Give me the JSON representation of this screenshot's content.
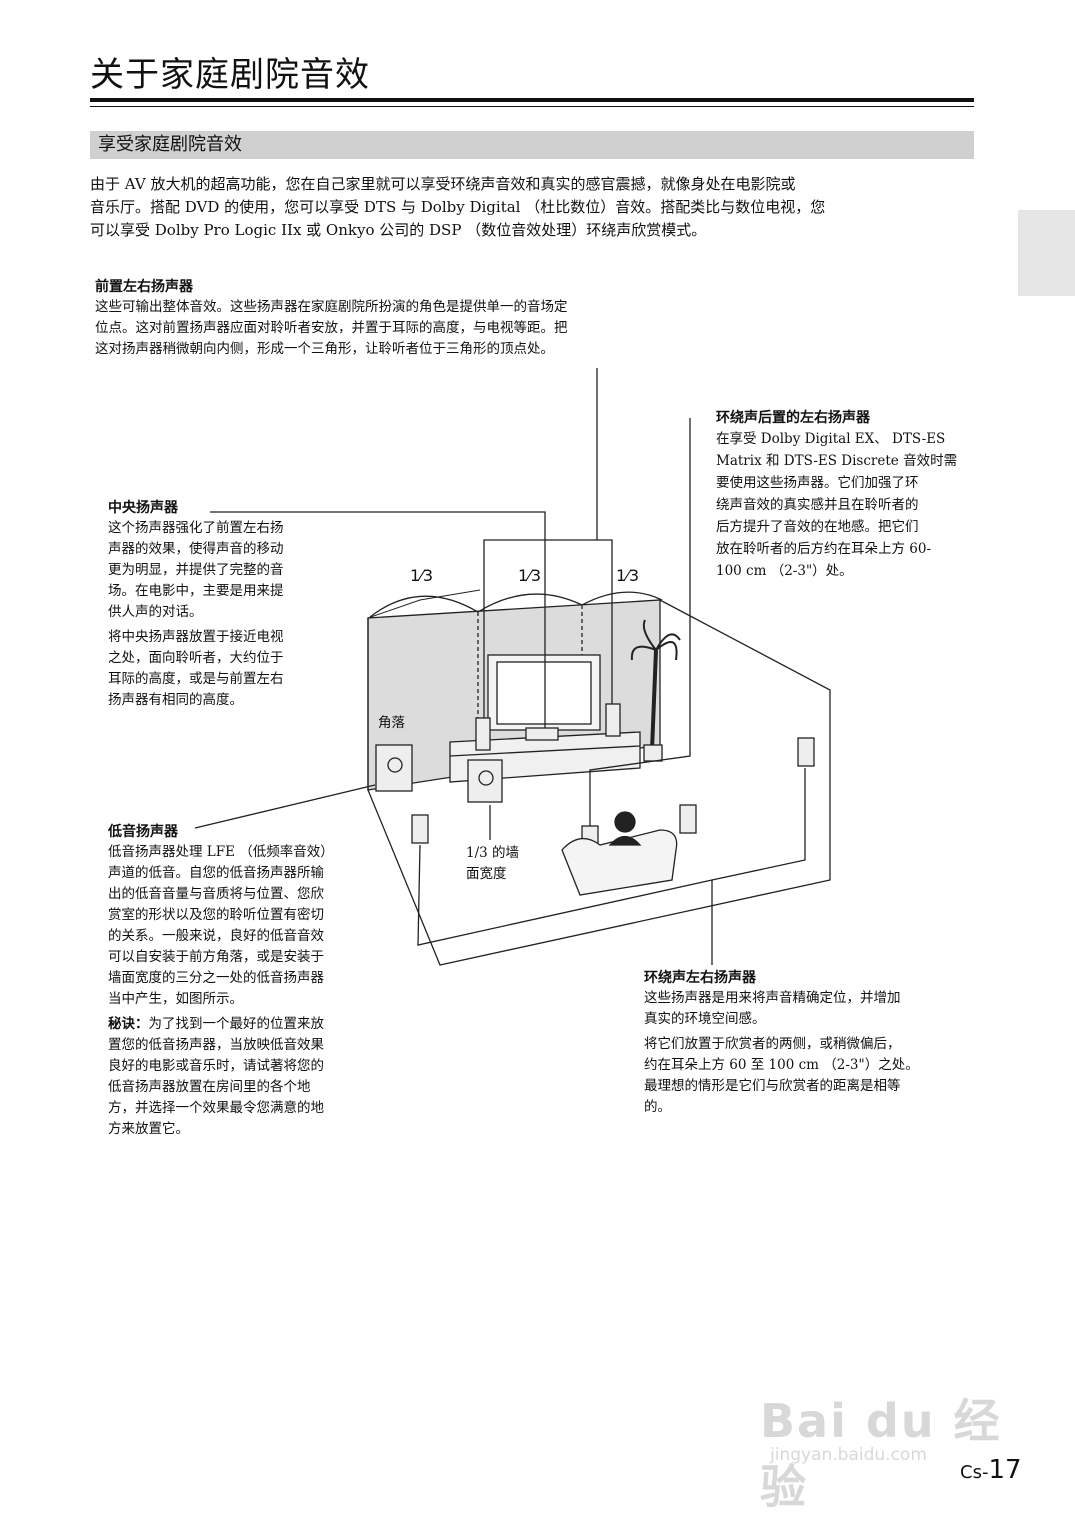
{
  "page_title": "关于家庭剧院音效",
  "section_title": "享受家庭剧院音效",
  "intro": [
    "由于 AV 放大机的超高功能，您在自己家里就可以享受环绕声音效和真实的感官震撼，就像身处在电影院或",
    "音乐厅。搭配 DVD 的使用，您可以享受 DTS 与 Dolby Digital （杜比数位）音效。搭配类比与数位电视，您",
    "可以享受 Dolby Pro Logic IIx 或 Onkyo 公司的 DSP （数位音效处理）环绕声欣赏模式。"
  ],
  "front": {
    "title": "前置左右扬声器",
    "lines": [
      "这些可输出整体音效。这些扬声器在家庭剧院所扮演的角色是提供单一的音场定",
      "位点。这对前置扬声器应面对聆听者安放，并置于耳际的高度，与电视等距。把",
      "这对扬声器稍微朝向内侧，形成一个三角形，让聆听者位于三角形的顶点处。"
    ]
  },
  "center": {
    "title": "中央扬声器",
    "p1": [
      "这个扬声器强化了前置左右扬",
      "声器的效果，使得声音的移动",
      "更为明显，并提供了完整的音",
      "场。在电影中，主要是用来提",
      "供人声的对话。"
    ],
    "p2": [
      "将中央扬声器放置于接近电视",
      "之处，面向聆听者，大约位于",
      "耳际的高度，或是与前置左右",
      "扬声器有相同的高度。"
    ]
  },
  "surround_back": {
    "title": "环绕声后置的左右扬声器",
    "lines": [
      "在享受 Dolby Digital EX、 DTS-ES",
      "Matrix 和 DTS-ES Discrete 音效时需",
      "要使用这些扬声器。它们加强了环",
      "绕声音效的真实感并且在聆听者的",
      "后方提升了音效的在地感。把它们",
      "放在聆听者的后方约在耳朵上方 60-",
      "100 cm （2-3\"）处。"
    ]
  },
  "subwoofer": {
    "title": "低音扬声器",
    "lines": [
      "低音扬声器处理 LFE （低频率音效）",
      "声道的低音。自您的低音扬声器所输",
      "出的低音音量与音质将与位置、您欣",
      "赏室的形状以及您的聆听位置有密切",
      "的关系。一般来说，良好的低音音效",
      "可以自安装于前方角落，或是安装于",
      "墙面宽度的三分之一处的低音扬声器",
      "当中产生，如图所示。"
    ],
    "tip_label": "秘诀：",
    "tip_first": "为了找到一个最好的位置来放",
    "tip_lines": [
      "置您的低音扬声器，当放映低音效果",
      "良好的电影或音乐时，请试著将您的",
      "低音扬声器放置在房间里的各个地",
      "方，并选择一个效果最令您满意的地",
      "方来放置它。"
    ]
  },
  "surround": {
    "title": "环绕声左右扬声器",
    "p1": [
      "这些扬声器是用来将声音精确定位，并增加",
      "真实的环境空间感。"
    ],
    "p2": [
      "将它们放置于欣赏者的两侧，或稍微偏后，",
      "约在耳朵上方 60 至 100 cm （2-3\"）之处。",
      "最理想的情形是它们与欣赏者的距离是相等",
      "的。"
    ]
  },
  "diagram": {
    "corner_label": "角落",
    "wall_label": [
      "1/3 的墙",
      "面宽度"
    ],
    "fractions": [
      "1⁄3",
      "1⁄3",
      "1⁄3"
    ]
  },
  "watermark": {
    "main": "Bai du 经验",
    "url": "jingyan.baidu.com"
  },
  "page_number": {
    "prefix": "Cs-",
    "number": "17"
  }
}
